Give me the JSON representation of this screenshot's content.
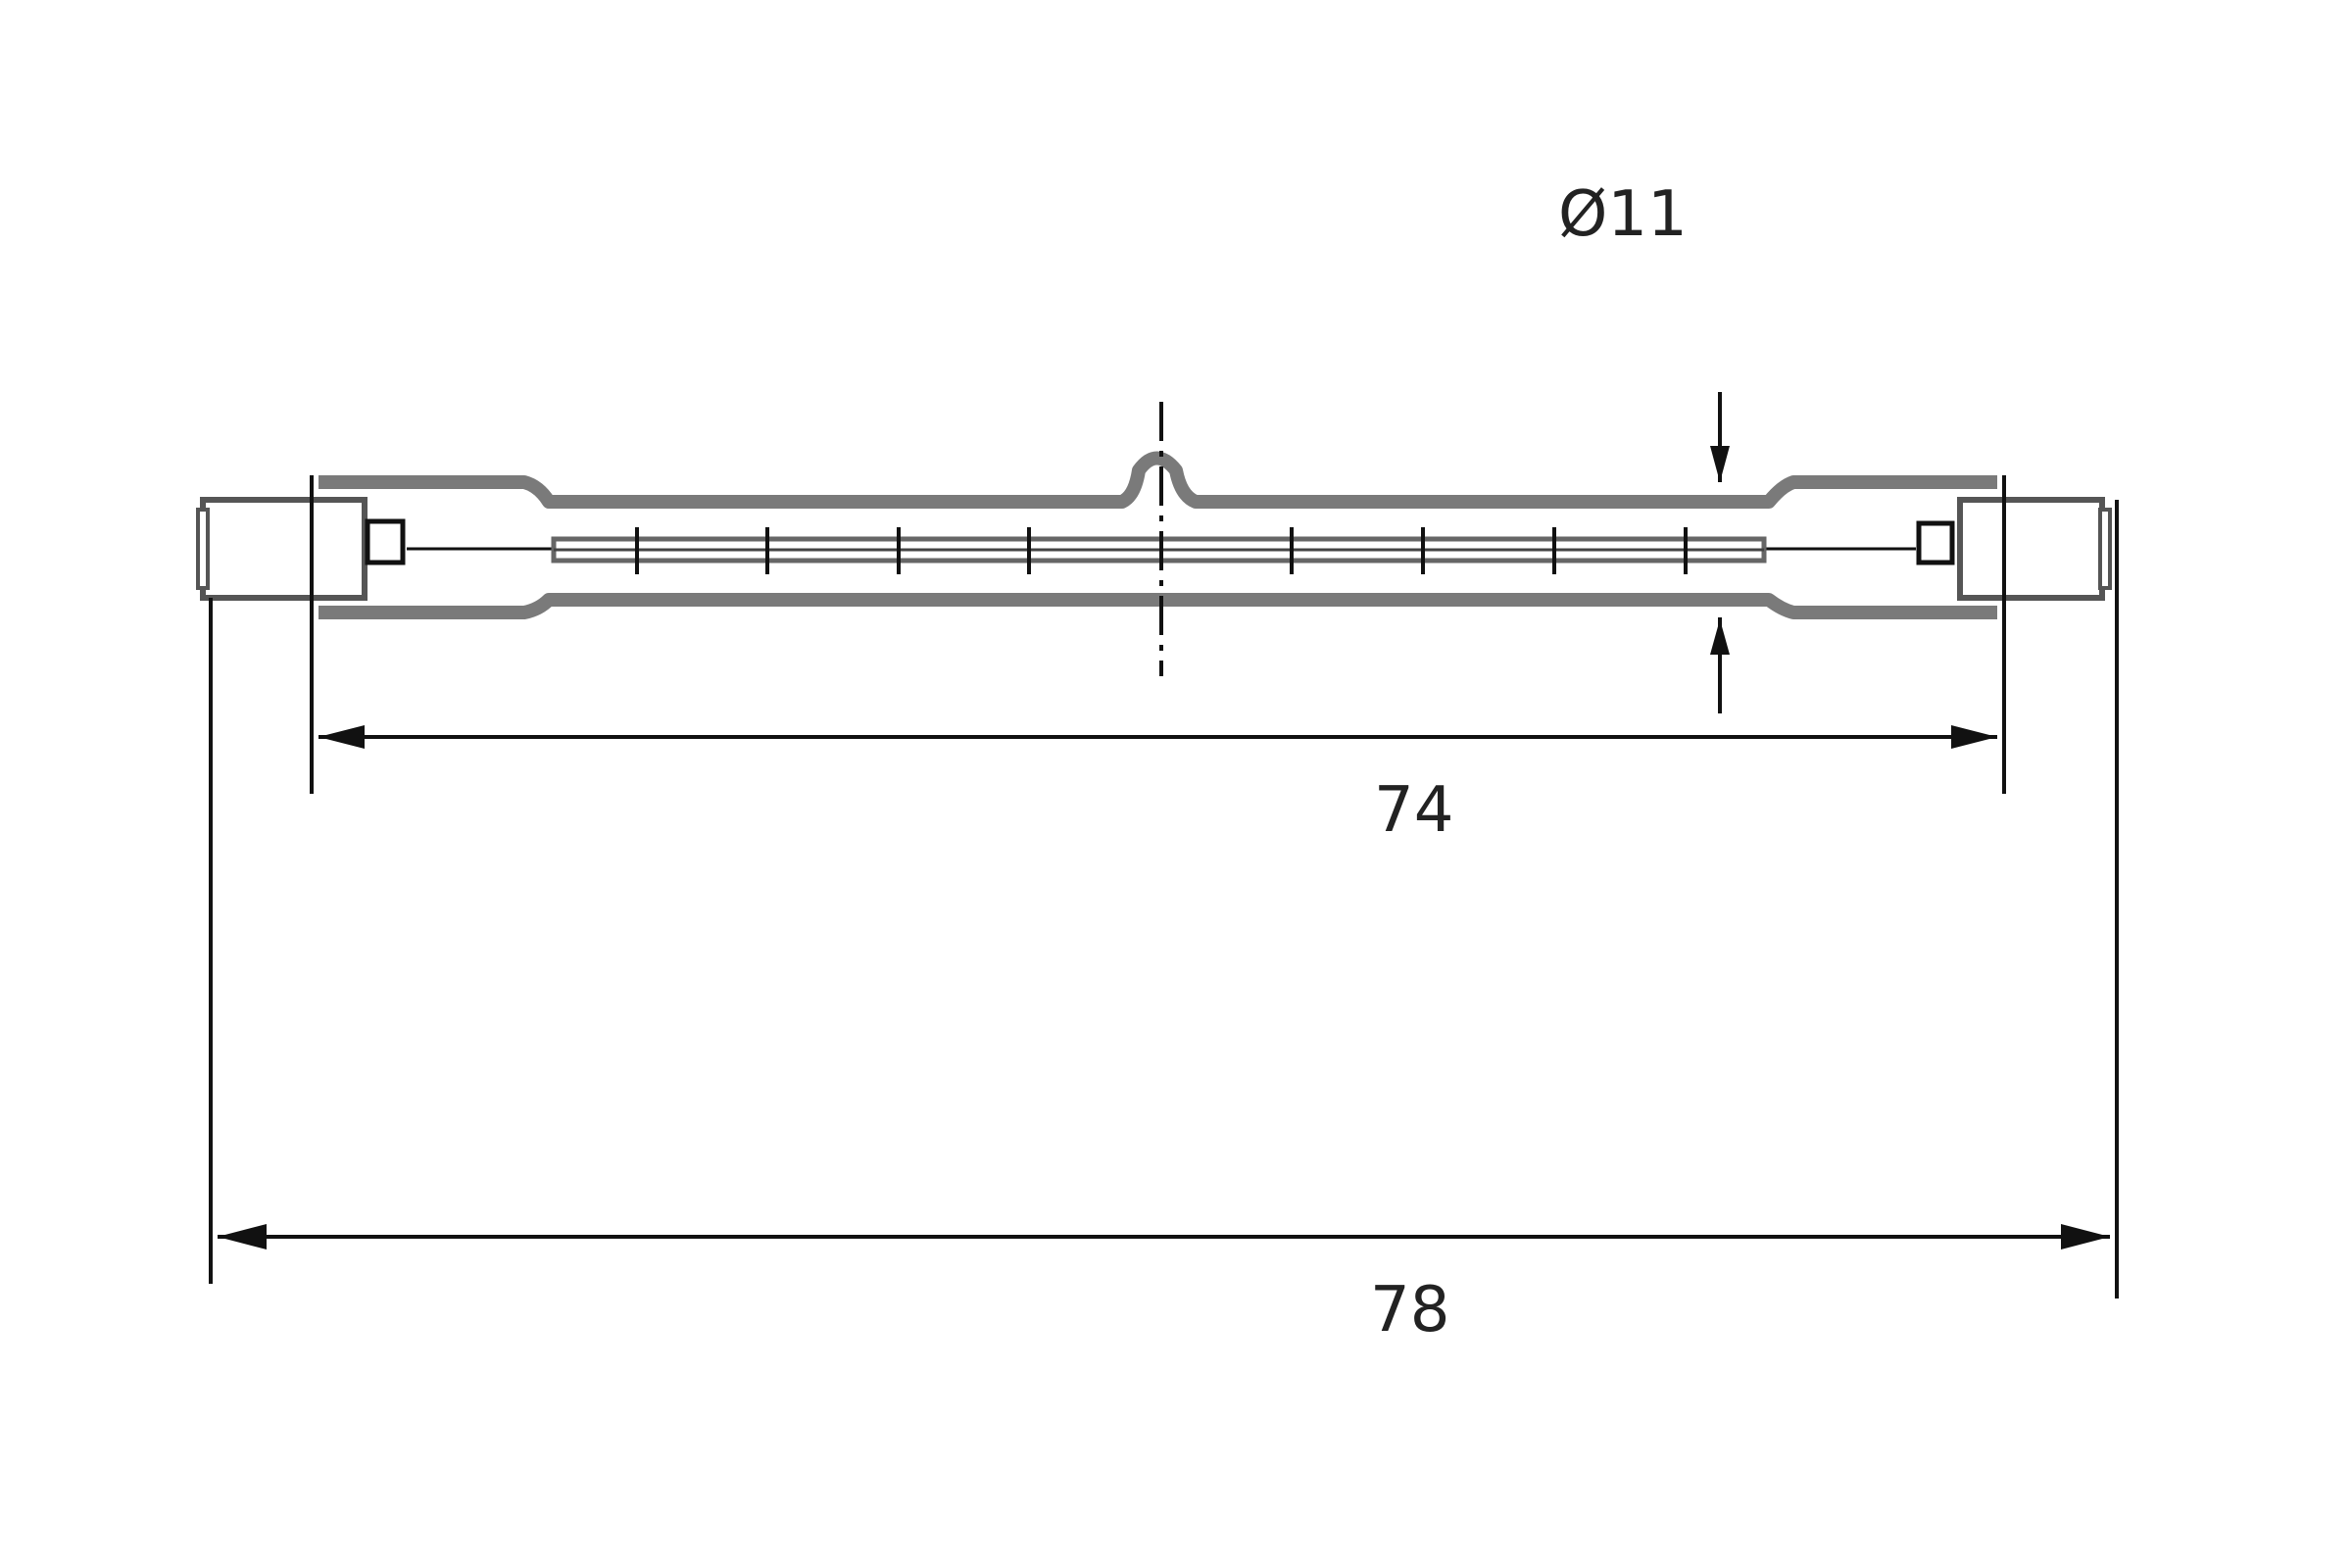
{
  "drawing": {
    "diameter_label": "Ø11",
    "inner_length_label": "74",
    "overall_length_label": "78"
  },
  "colors": {
    "line": "#111111",
    "glass_outline": "#7a7a7a",
    "background": "#ffffff"
  }
}
